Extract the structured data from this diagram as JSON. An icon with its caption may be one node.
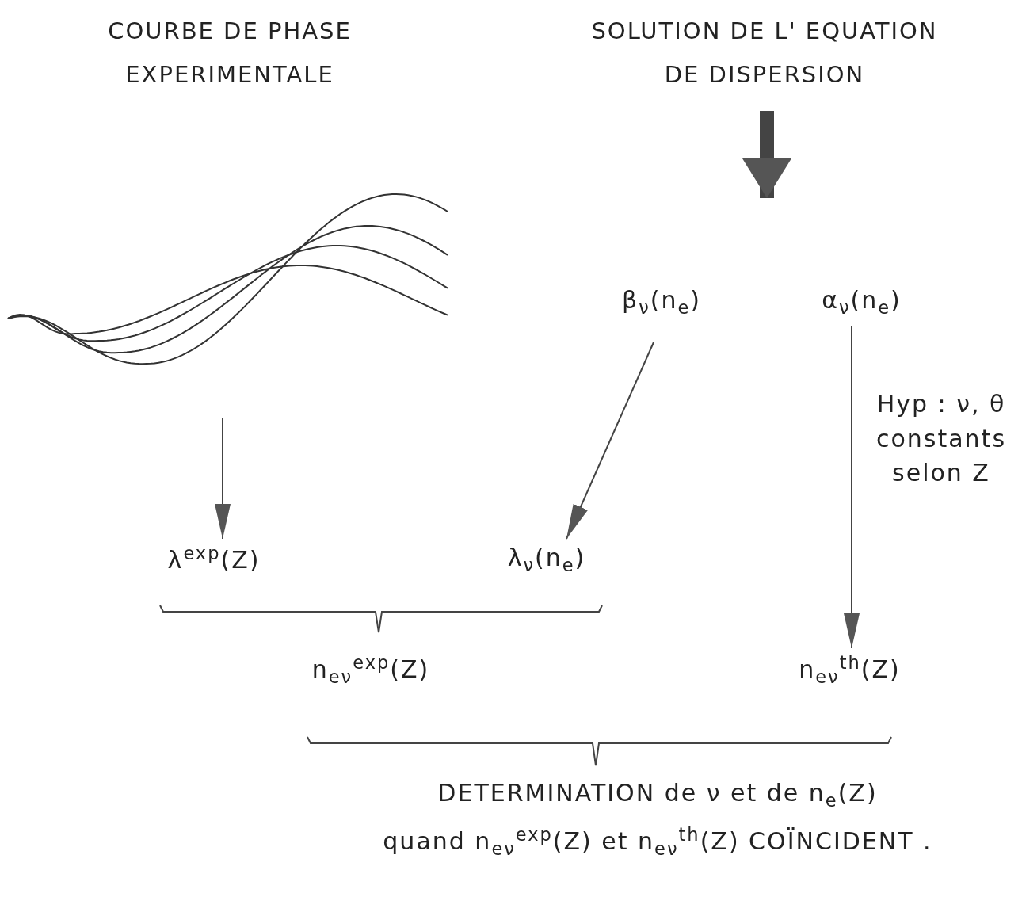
{
  "diagram": {
    "nodes": [
      {
        "text": [],
        "shape": "picture"
      },
      {
        "text": [
          "SOLUTION DE L' EQUATION DE DISPERSION"
        ]
      },
      {
        "text": [
          "β$_{ν}$(n$_{e}$)"
        ]
      },
      {
        "text": [
          "α$_{ν}$(n$_{e}$)"
        ]
      },
      {
        "text": [
          "λ$^{exp}$(Z)"
        ]
      },
      {
        "text": [
          "λ$_{ν}$(n$_{e}$)"
        ]
      },
      {
        "text": [
          "n$_{eν}$$^{exp}$(Z)"
        ]
      },
      {
        "text": [
          "n$_{eν}$$^{th}$(Z)"
        ]
      },
      {
        "text": [
          "DETERMINATION de ν et de n$_{e}$(Z)",
          "quand n$_{eν}$$^{exp}$(Z) et n$_{eν}$$^{th}$(Z) COÏNCIDENT ."
        ]
      }
    ],
    "edges": [
      {
        "from": 1,
        "to": null,
        "arrow": "to",
        "style": "thick"
      },
      {
        "from": 0,
        "to": 4,
        "arrow": "to"
      },
      {
        "from": 2,
        "to": 5,
        "arrow": "to"
      },
      {
        "from": 3,
        "to": 7,
        "arrow": "to",
        "label": "Hyp : ν, θ constants selon Z"
      }
    ],
    "labels": [
      "COURBE DE PHASE EXPERIMENTALE"
    ]
  }
}
